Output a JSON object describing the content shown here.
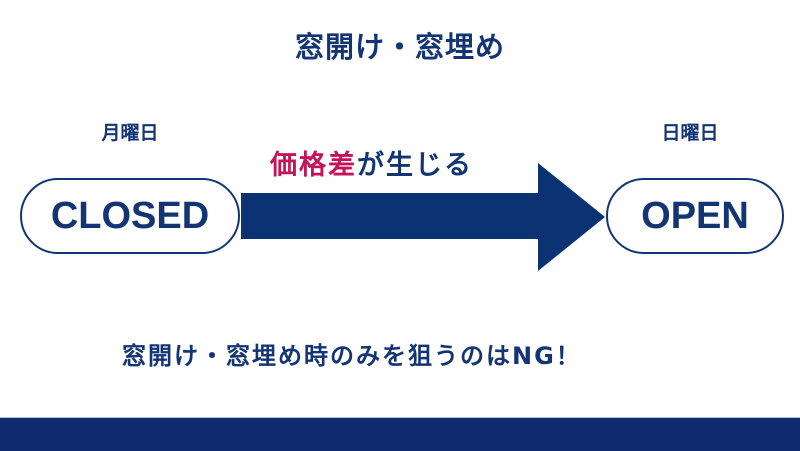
{
  "title": "窓開け・窓埋め",
  "left": {
    "day": "月曜日",
    "status": "CLOSED"
  },
  "right": {
    "day": "日曜日",
    "status": "OPEN"
  },
  "arrow": {
    "label_accent": "価格差",
    "label_rest": "が生じる",
    "icon": "right-arrow-icon",
    "color": "#0b3374"
  },
  "note": "窓開け・窓埋め時のみを狙うのはNG！",
  "colors": {
    "primary": "#133574",
    "accent": "#c4145a",
    "footer": "#0f2a6e"
  }
}
